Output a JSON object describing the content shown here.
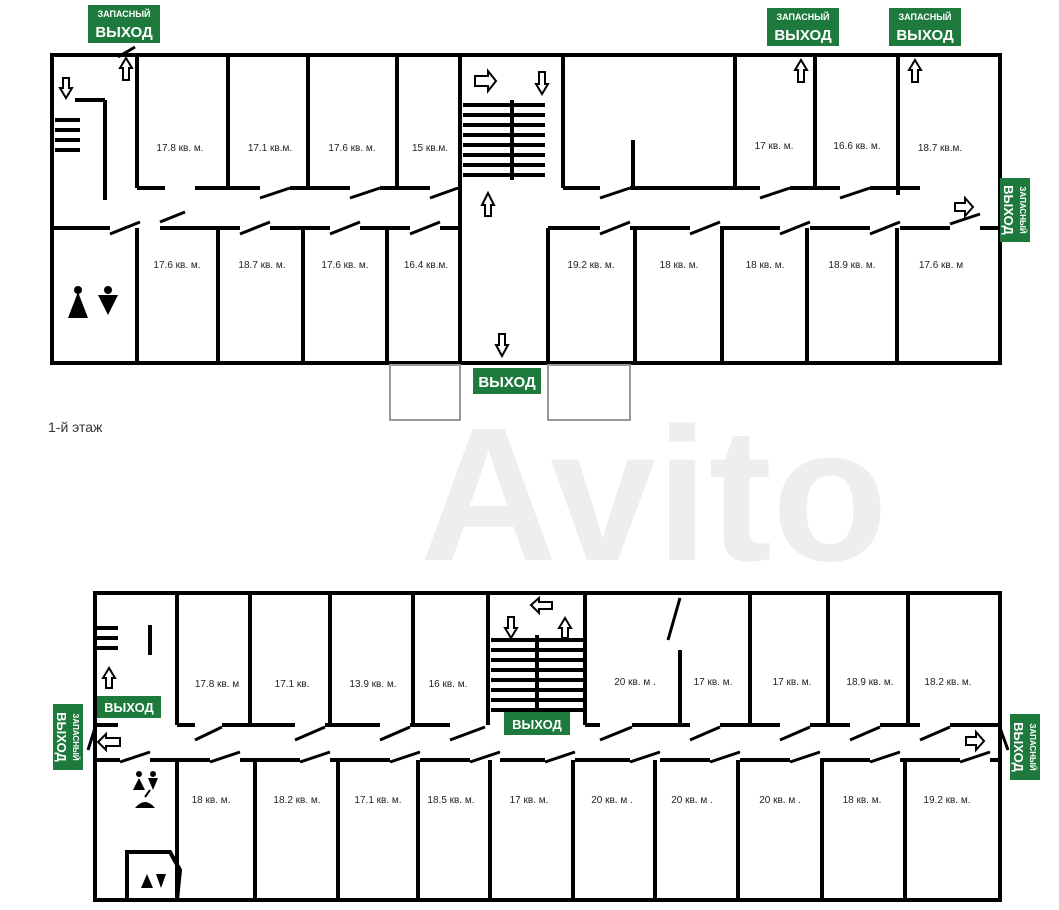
{
  "floor1": {
    "caption": "1-й этаж",
    "top_rooms": [
      "17.8 кв. м.",
      "17.1 кв.м.",
      "17.6 кв. м.",
      "15 кв.м.",
      "17 кв. м.",
      "16.6 кв. м.",
      "18.7 кв.м."
    ],
    "bottom_rooms": [
      "17.6 кв. м.",
      "18.7 кв. м.",
      "17.6 кв. м.",
      "16.4 кв.м.",
      "19.2 кв. м.",
      "18 кв. м.",
      "18 кв. м.",
      "18.9 кв. м.",
      "17.6 кв. м"
    ],
    "signs": {
      "emergency_top": "ЗАПАСНЫЙ",
      "emergency_bottom": "ВЫХОД",
      "main_exit": "ВЫХОД"
    }
  },
  "floor2": {
    "top_rooms": [
      "17.8 кв. м",
      "17.1 кв.",
      "13.9 кв. м.",
      "16 кв. м.",
      "20 кв. м .",
      "17 кв. м.",
      "17 кв. м.",
      "18.9 кв. м.",
      "18.2 кв. м."
    ],
    "bottom_rooms": [
      "18 кв. м.",
      "18.2 кв. м.",
      "17.1 кв. м.",
      "18.5 кв. м.",
      "17 кв. м.",
      "20 кв. м .",
      "20 кв. м .",
      "20 кв. м .",
      "18 кв. м.",
      "19.2 кв. м."
    ],
    "signs": {
      "emergency_top": "ЗАПАСНЫЙ",
      "emergency_bottom": "ВЫХОД",
      "exit": "ВЫХОД"
    }
  },
  "watermark": "Avito"
}
